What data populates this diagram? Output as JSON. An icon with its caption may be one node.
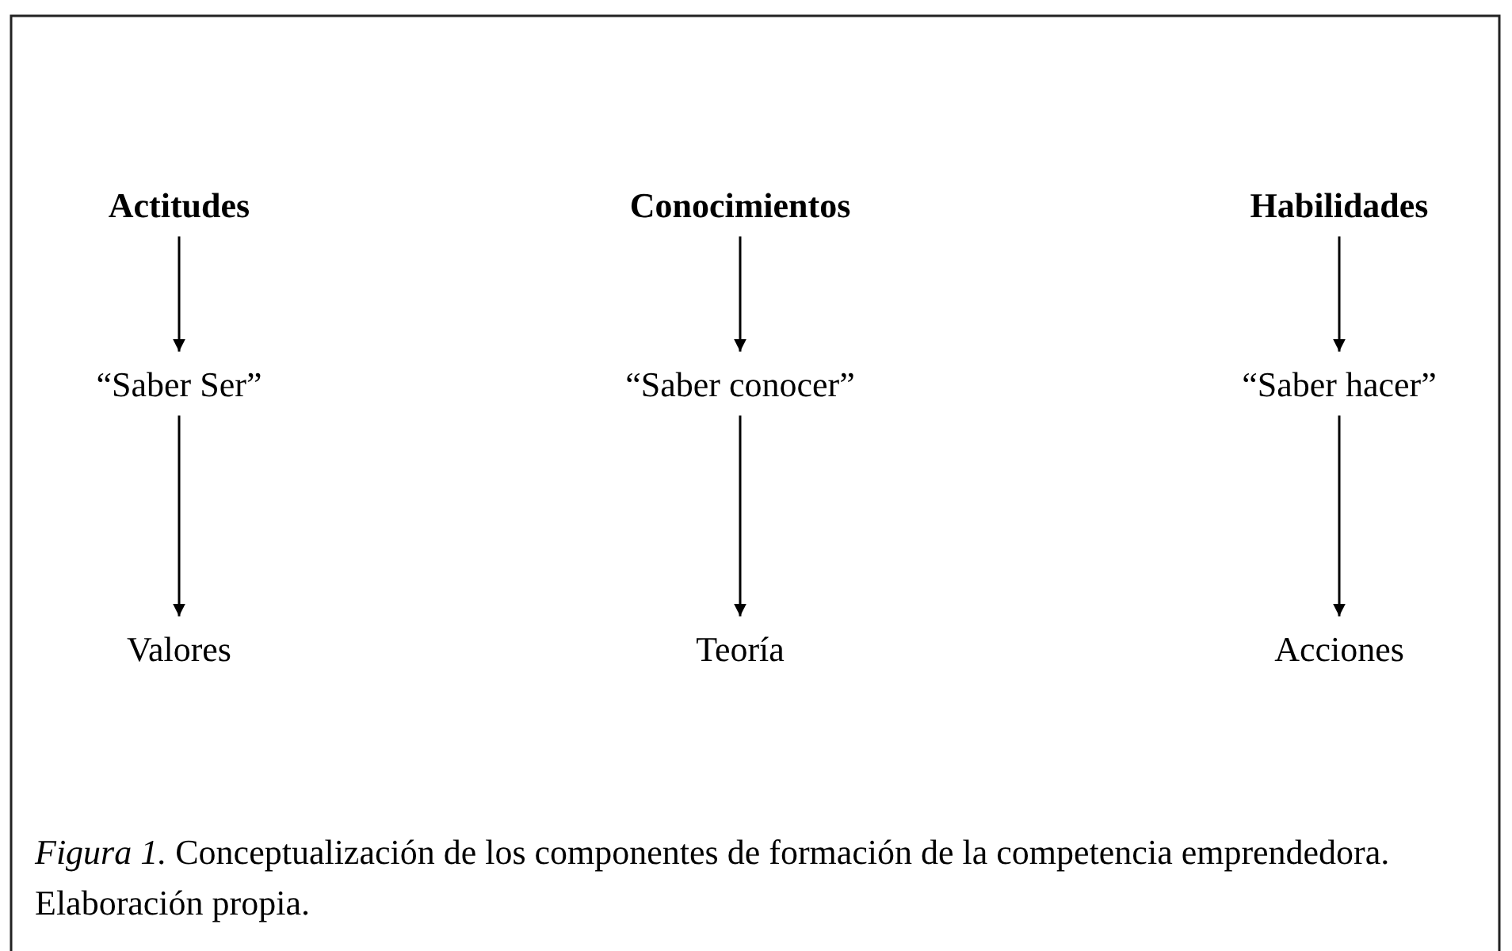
{
  "diagram": {
    "caption": "*Figura 1.* Conceptualización de los componentes de formación de la competencia emprendedora. Elaboración propia.",
    "nodes": [
      {
        "text": [
          "Actitudes"
        ]
      },
      {
        "text": [
          "Conocimientos"
        ]
      },
      {
        "text": [
          "Habilidades"
        ]
      },
      {
        "text": [
          "“Saber Ser”"
        ]
      },
      {
        "text": [
          "“Saber conocer”"
        ]
      },
      {
        "text": [
          "“Saber hacer”"
        ]
      },
      {
        "text": [
          "Valores"
        ]
      },
      {
        "text": [
          "Teoría"
        ]
      },
      {
        "text": [
          "Acciones"
        ]
      }
    ],
    "edges": [
      {
        "from": 0,
        "to": 3,
        "arrow": "to"
      },
      {
        "from": 1,
        "to": 4,
        "arrow": "to"
      },
      {
        "from": 2,
        "to": 5,
        "arrow": "to"
      },
      {
        "from": 3,
        "to": 6,
        "arrow": "to"
      },
      {
        "from": 4,
        "to": 7,
        "arrow": "to"
      },
      {
        "from": 5,
        "to": 8,
        "arrow": "to"
      }
    ]
  }
}
